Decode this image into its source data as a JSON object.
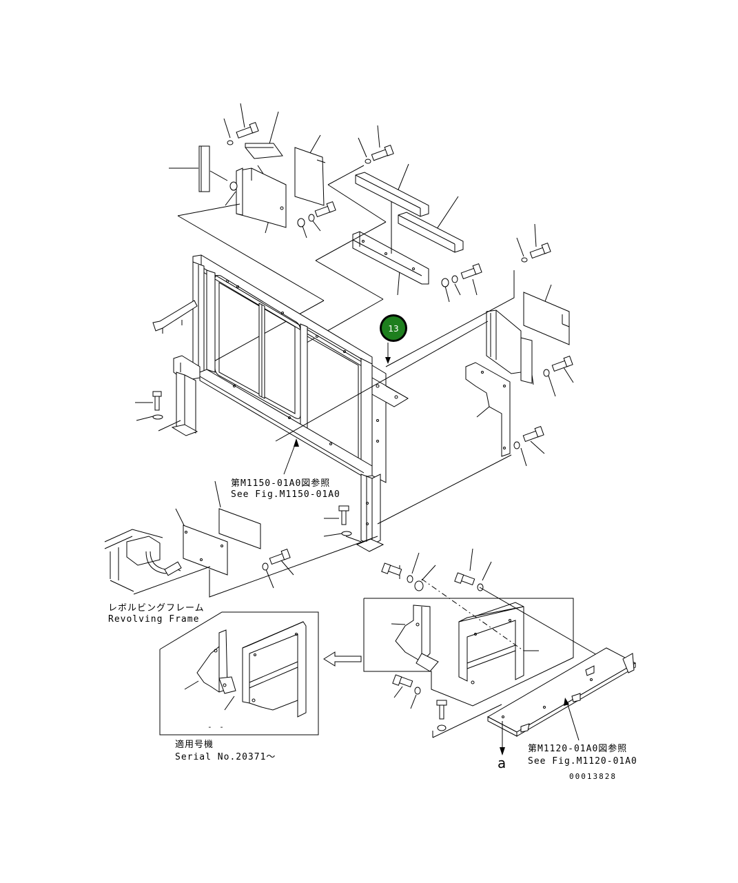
{
  "callout": {
    "number": "13",
    "color": "#1e7f1e"
  },
  "references": {
    "m1150_jp": "第M1150-01A0図参照",
    "m1150_en": "See Fig.M1150-01A0",
    "m1120_jp": "第M1120-01A0図参照",
    "m1120_en": "See Fig.M1120-01A0"
  },
  "frame_label": {
    "jp": "レボルビングフレーム",
    "en": "Revolving Frame"
  },
  "serial": {
    "jp": "適用号機",
    "en": "Serial No.20371～"
  },
  "view_marker": "a",
  "drawing_number": "00013828",
  "inset_dashes": "- -"
}
